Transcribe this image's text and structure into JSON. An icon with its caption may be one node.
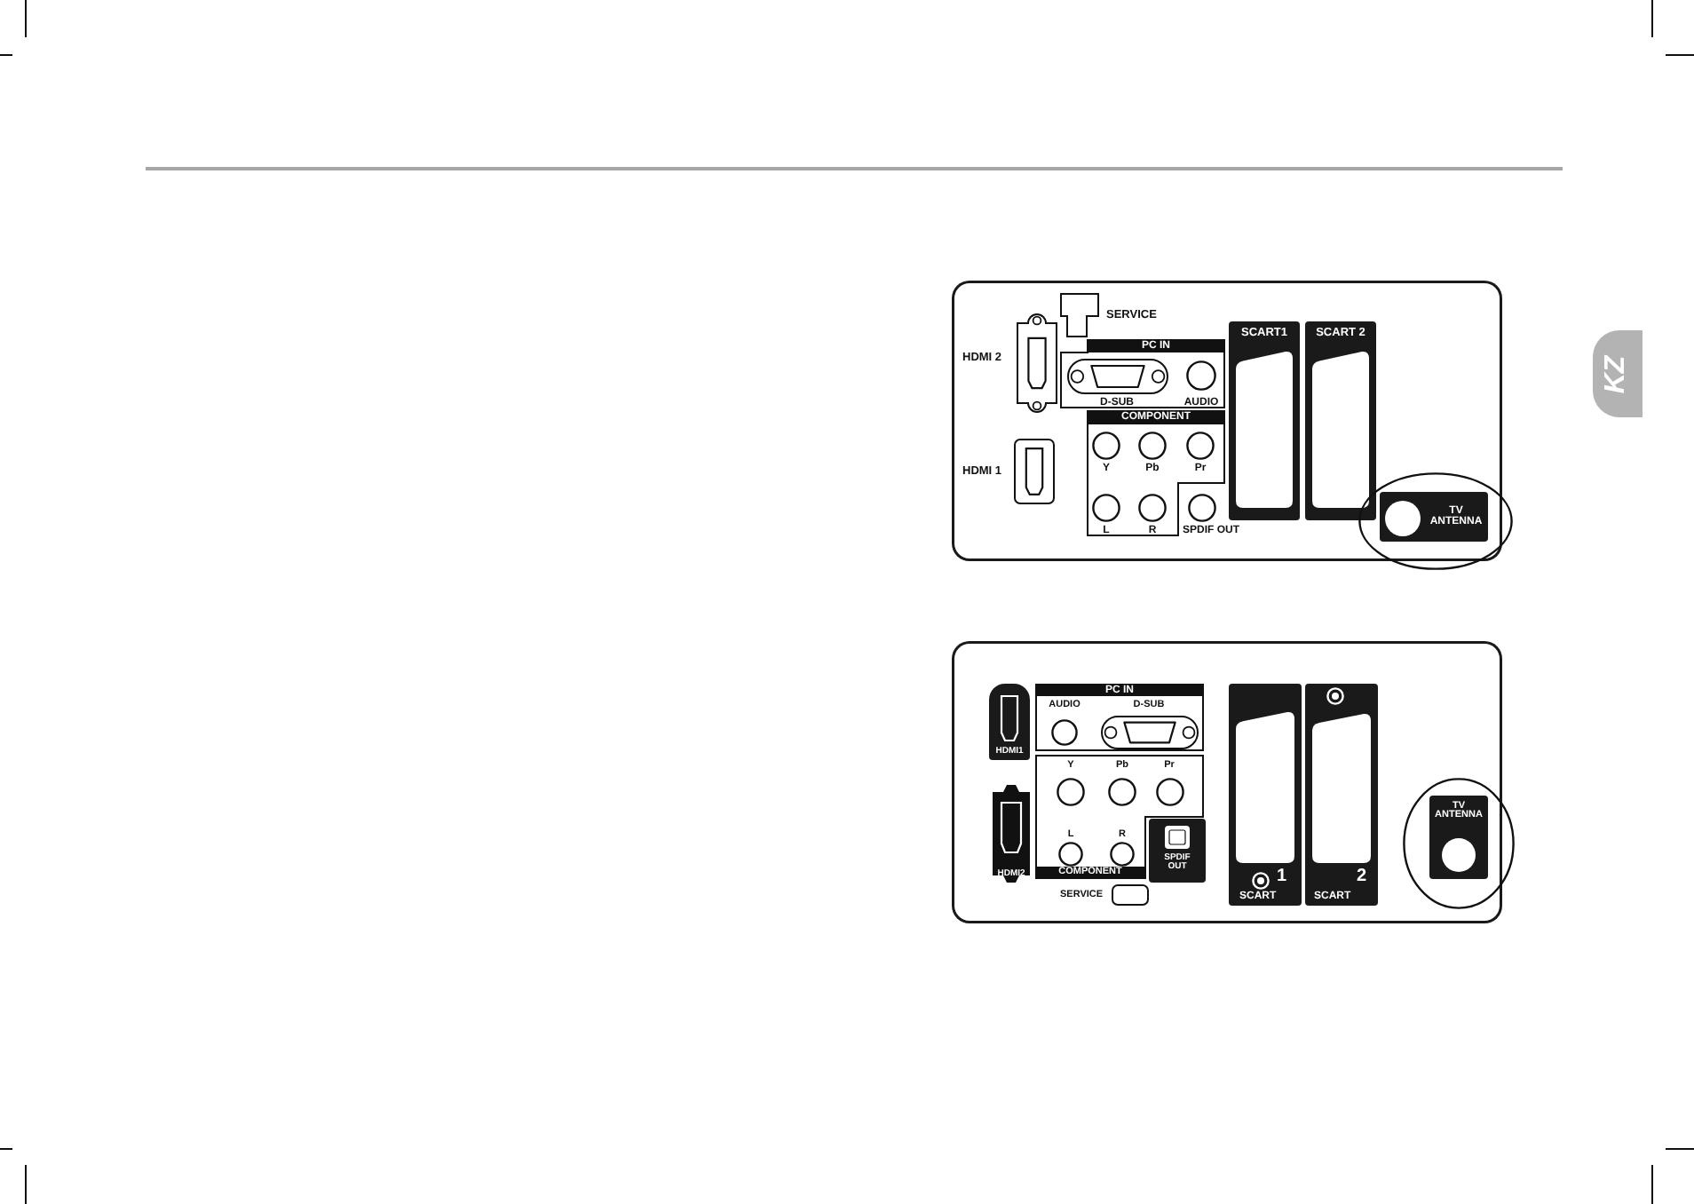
{
  "diagram": {
    "nodes": [
      {
        "text": [],
        "shape": "box"
      },
      {
        "text": [
          "HDMI 2"
        ],
        "in": 0
      },
      {
        "text": [
          "SERVICE"
        ],
        "in": 0
      },
      {
        "text": [
          "PC IN"
        ],
        "in": 0
      },
      {
        "text": [
          "D-SUB"
        ],
        "in": 3
      },
      {
        "text": [
          "AUDIO"
        ],
        "in": 3
      },
      {
        "text": [
          "COMPONENT"
        ],
        "in": 0
      },
      {
        "text": [
          "Y"
        ],
        "in": 6
      },
      {
        "text": [
          "Pb"
        ],
        "in": 6
      },
      {
        "text": [
          "Pr"
        ],
        "in": 6
      },
      {
        "text": [
          "L"
        ],
        "in": 6
      },
      {
        "text": [
          "R"
        ],
        "in": 6
      },
      {
        "text": [
          "SPDIF OUT"
        ],
        "in": 0
      },
      {
        "text": [
          "SCART1"
        ],
        "in": 0
      },
      {
        "text": [
          "SCART 2"
        ],
        "in": 0
      },
      {
        "text": [
          "HDMI 1"
        ],
        "in": 0
      },
      {
        "text": [
          "TV ANTENNA"
        ],
        "in": 0
      },
      {
        "text": [
          "KZ"
        ]
      },
      {
        "text": [],
        "shape": "box"
      },
      {
        "text": [
          "HDMI1"
        ],
        "in": 18
      },
      {
        "text": [
          "PC IN"
        ],
        "in": 18
      },
      {
        "text": [
          "AUDIO"
        ],
        "in": 20
      },
      {
        "text": [
          "D-SUB"
        ],
        "in": 20
      },
      {
        "text": [
          "COMPONENT"
        ],
        "in": 18
      },
      {
        "text": [
          "Y"
        ],
        "in": 23
      },
      {
        "text": [
          "Pb"
        ],
        "in": 23
      },
      {
        "text": [
          "Pr"
        ],
        "in": 23
      },
      {
        "text": [
          "L"
        ],
        "in": 23
      },
      {
        "text": [
          "R"
        ],
        "in": 23
      },
      {
        "text": [
          "SPDIF OUT"
        ],
        "in": 18
      },
      {
        "text": [
          "1",
          "SCART"
        ],
        "in": 18
      },
      {
        "text": [
          "2",
          "SCART"
        ],
        "in": 18
      },
      {
        "text": [
          "HDMI2"
        ],
        "in": 18
      },
      {
        "text": [
          "TV ANTENNA"
        ],
        "in": 18
      },
      {
        "text": [
          "SERVICE"
        ],
        "in": 18
      }
    ]
  }
}
